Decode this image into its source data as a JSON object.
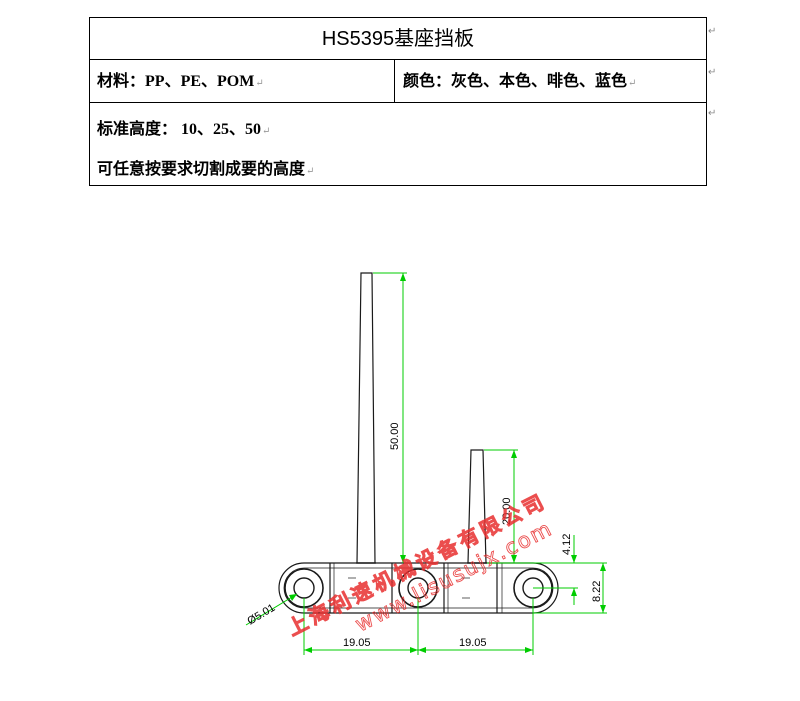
{
  "table": {
    "title": "HS5395基座挡板",
    "material_label": "材料：",
    "material_value": "PP、PE、POM",
    "color_label": "颜色：",
    "color_value": "灰色、本色、啡色、蓝色",
    "height_label": "标准高度：",
    "height_value": "10、25、50",
    "note": "可任意按要求切割成要的高度"
  },
  "marks": {
    "paragraph": "↵",
    "cell_end": "↵"
  },
  "drawing": {
    "dims": {
      "tall_post": "50.00",
      "short_post": "20.00",
      "offset": "4.12",
      "base_height": "8.22",
      "hole_diameter": "Ø5.01",
      "pitch_left": "19.05",
      "pitch_right": "19.05"
    },
    "colors": {
      "outline": "#1a1a1a",
      "dimension": "#00cc00",
      "watermark": "#e83030"
    }
  },
  "watermark": {
    "company": "上海利速机械设备有限公司",
    "url": "www.lisusujx.com"
  }
}
